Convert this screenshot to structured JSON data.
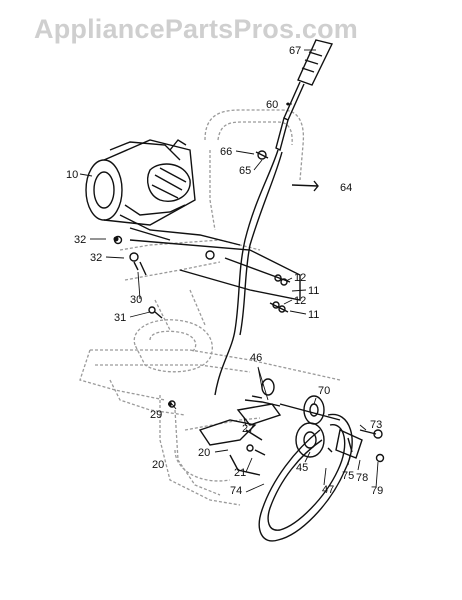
{
  "watermark": "AppliancePartsPros.com",
  "colors": {
    "ink": "#111111",
    "ghost": "#9a9a9a",
    "watermark": "#cfcfcf"
  },
  "callouts": [
    {
      "id": "67",
      "text": "67"
    },
    {
      "id": "60",
      "text": "60"
    },
    {
      "id": "66",
      "text": "66"
    },
    {
      "id": "65",
      "text": "65"
    },
    {
      "id": "64",
      "text": "64"
    },
    {
      "id": "10",
      "text": "10"
    },
    {
      "id": "32a",
      "text": "32"
    },
    {
      "id": "32b",
      "text": "32"
    },
    {
      "id": "12a",
      "text": "12"
    },
    {
      "id": "11a",
      "text": "11"
    },
    {
      "id": "12b",
      "text": "12"
    },
    {
      "id": "11b",
      "text": "11"
    },
    {
      "id": "30",
      "text": "30"
    },
    {
      "id": "31",
      "text": "31"
    },
    {
      "id": "46",
      "text": "46"
    },
    {
      "id": "70",
      "text": "70"
    },
    {
      "id": "29",
      "text": "29"
    },
    {
      "id": "27",
      "text": "27"
    },
    {
      "id": "73",
      "text": "73"
    },
    {
      "id": "20a",
      "text": "20"
    },
    {
      "id": "20b",
      "text": "20"
    },
    {
      "id": "21",
      "text": "21"
    },
    {
      "id": "45",
      "text": "45"
    },
    {
      "id": "75",
      "text": "75"
    },
    {
      "id": "78",
      "text": "78"
    },
    {
      "id": "47",
      "text": "47"
    },
    {
      "id": "79",
      "text": "79"
    },
    {
      "id": "74",
      "text": "74"
    }
  ]
}
